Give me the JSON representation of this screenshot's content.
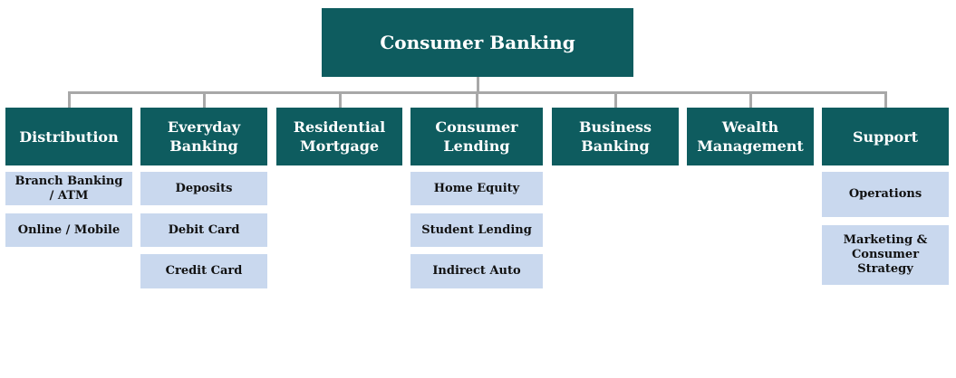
{
  "root": "Consumer Banking",
  "columns": [
    {
      "title": "Distribution",
      "items": [
        "Branch Banking / ATM",
        "Online / Mobile"
      ]
    },
    {
      "title": "Everyday Banking",
      "items": [
        "Deposits",
        "Debit Card",
        "Credit Card"
      ]
    },
    {
      "title": "Residential Mortgage",
      "items": []
    },
    {
      "title": "Consumer Lending",
      "items": [
        "Home Equity",
        "Student Lending",
        "Indirect Auto"
      ]
    },
    {
      "title": "Business Banking",
      "items": []
    },
    {
      "title": "Wealth Management",
      "items": []
    },
    {
      "title": "Support",
      "items": [
        "Operations",
        "Marketing & Consumer Strategy"
      ]
    }
  ],
  "colors": {
    "header": "#0e5c5f",
    "sub": "#c9d8ee",
    "connector": "#a8a8a8"
  }
}
